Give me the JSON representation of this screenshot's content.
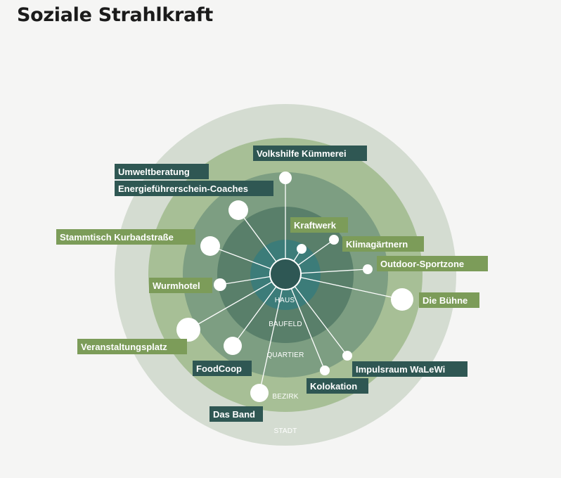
{
  "title": "Soziale Strahlkraft",
  "colors": {
    "background": "#f5f5f4",
    "dark_label": "#2f5753",
    "light_label": "#7c9c59",
    "spoke": "#ffffff",
    "node": "#ffffff"
  },
  "rings": [
    {
      "label": "STADT",
      "color": "#d4dcd1"
    },
    {
      "label": "BEZIRK",
      "color": "#a7bf96"
    },
    {
      "label": "QUARTIER",
      "color": "#7d9e82"
    },
    {
      "label": "BAUFELD",
      "color": "#597f6a"
    },
    {
      "label": "HAUS",
      "color": "#3c7c79"
    }
  ],
  "center": {
    "color": "#2e5754"
  },
  "items": [
    {
      "name": "Volkshilfe Kümmerei",
      "style": "dark"
    },
    {
      "name": "Umweltberatung",
      "style": "dark"
    },
    {
      "name": "Energieführerschein-Coaches",
      "style": "dark"
    },
    {
      "name": "Stammtisch Kurbadstraße",
      "style": "light"
    },
    {
      "name": "Kraftwerk",
      "style": "light"
    },
    {
      "name": "Klimagärtnern",
      "style": "light"
    },
    {
      "name": "Outdoor-Sportzone",
      "style": "light"
    },
    {
      "name": "Wurmhotel",
      "style": "light"
    },
    {
      "name": "Die Bühne",
      "style": "light"
    },
    {
      "name": "Veranstaltungsplatz",
      "style": "light"
    },
    {
      "name": "FoodCoop",
      "style": "dark"
    },
    {
      "name": "Impulsraum WaLeWi",
      "style": "dark"
    },
    {
      "name": "Kolokation",
      "style": "dark"
    },
    {
      "name": "Das Band",
      "style": "dark"
    }
  ]
}
